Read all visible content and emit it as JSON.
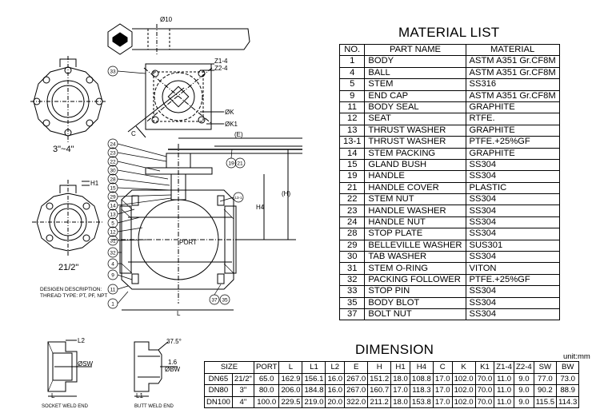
{
  "material_list": {
    "title": "MATERIAL LIST",
    "headers": [
      "NO.",
      "PART NAME",
      "MATERIAL"
    ],
    "rows": [
      [
        "1",
        "BODY",
        "ASTM A351 Gr.CF8M"
      ],
      [
        "4",
        "BALL",
        "ASTM A351 Gr.CF8M"
      ],
      [
        "5",
        "STEM",
        "SS316"
      ],
      [
        "9",
        "END CAP",
        "ASTM A351 Gr.CF8M"
      ],
      [
        "11",
        "BODY SEAL",
        "GRAPHITE"
      ],
      [
        "12",
        "SEAT",
        "RTFE."
      ],
      [
        "13",
        "THRUST WASHER",
        "GRAPHITE"
      ],
      [
        "13-1",
        "THRUST WASHER",
        "PTFE.+25%GF"
      ],
      [
        "14",
        "STEM PACKING",
        "GRAPHITE"
      ],
      [
        "15",
        "GLAND BUSH",
        "SS304"
      ],
      [
        "19",
        "HANDLE",
        "SS304"
      ],
      [
        "21",
        "HANDLE COVER",
        "PLASTIC"
      ],
      [
        "22",
        "STEM NUT",
        "SS304"
      ],
      [
        "23",
        "HANDLE WASHER",
        "SS304"
      ],
      [
        "24",
        "HANDLE NUT",
        "SS304"
      ],
      [
        "28",
        "STOP PLATE",
        "SS304"
      ],
      [
        "29",
        "BELLEVILLE WASHER",
        "SUS301"
      ],
      [
        "30",
        "TAB WASHER",
        "SS304"
      ],
      [
        "31",
        "STEM O-RING",
        "VITON"
      ],
      [
        "32",
        "PACKING FOLLOWER",
        "PTFE.+25%GF"
      ],
      [
        "33",
        "STOP PIN",
        "SS304"
      ],
      [
        "35",
        "BODY BLOT",
        "SS304"
      ],
      [
        "37",
        "BOLT NUT",
        "SS304"
      ]
    ]
  },
  "dimension": {
    "title": "DIMENSION",
    "unit": "unit:mm",
    "headers": [
      "SIZE",
      "",
      "PORT",
      "L",
      "L1",
      "L2",
      "E",
      "H",
      "H1",
      "H4",
      "C",
      "K",
      "K1",
      "Z1-4",
      "Z2-4",
      "SW",
      "BW"
    ],
    "rows": [
      [
        "DN65",
        "21/2\"",
        "65.0",
        "162.9",
        "156.1",
        "16.0",
        "267.0",
        "151.2",
        "18.0",
        "108.8",
        "17.0",
        "102.0",
        "70.0",
        "11.0",
        "9.0",
        "77.0",
        "73.0"
      ],
      [
        "DN80",
        "3\"",
        "80.0",
        "206.0",
        "184.8",
        "16.0",
        "267.0",
        "160.7",
        "17.0",
        "118.3",
        "17.0",
        "102.0",
        "70.0",
        "11.0",
        "9.0",
        "90.2",
        "88.9"
      ],
      [
        "DN100",
        "4\"",
        "100.0",
        "229.5",
        "219.0",
        "20.0",
        "322.0",
        "211.2",
        "18.0",
        "153.8",
        "17.0",
        "102.0",
        "70.0",
        "11.0",
        "9.0",
        "115.5",
        "114.3"
      ]
    ]
  },
  "drawing": {
    "labels": {
      "dia10": "Ø10",
      "z14": "Z1-4",
      "z24": "Z2-4",
      "ok": "ØK",
      "ok1": "ØK1",
      "c": "C",
      "e": "(E)",
      "h": "(H)",
      "h4": "H4",
      "h1": "H1",
      "l": "L",
      "l1": "L1",
      "l2": "L2",
      "port": "PORT",
      "sw": "ØSW",
      "bw": "ØBW",
      "angle": "37.5°",
      "dim16": "1.6",
      "size_a": "3\"~4\"",
      "size_b": "21/2\"",
      "design1": "DESIGEN DESCRIPTION:",
      "design2": "THREAD TYPE: PT, PF, NPT",
      "socket": "SOCKET WELD END",
      "butt": "BUTT WELD END",
      "b33": "33",
      "b24": "24",
      "b23": "23",
      "b22": "22",
      "b30": "30",
      "b28": "28",
      "b15": "15",
      "b29": "29",
      "b14": "14",
      "b13": "13",
      "b5": "5",
      "b12": "12",
      "b31": "31",
      "b32": "32",
      "b4": "4",
      "b9": "9",
      "b11": "11",
      "b1": "1",
      "b19": "19",
      "b21": "21",
      "b37": "37",
      "b35": "35",
      "b131": "13-1"
    }
  }
}
